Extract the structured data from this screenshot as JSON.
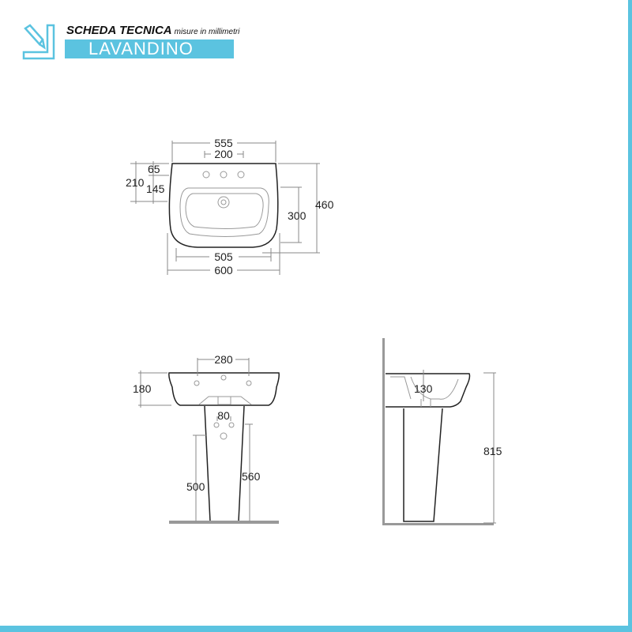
{
  "header": {
    "title": "SCHEDA TECNICA",
    "subtitle": "misure in millimetri",
    "product": "LAVANDINO",
    "icon": "ruler-pencil-icon"
  },
  "colors": {
    "accent": "#5bc3e0",
    "line": "#222222",
    "dimension": "#888888"
  },
  "top_view": {
    "width_outer": "555",
    "tap_spacing": "200",
    "depth_total": "460",
    "basin_depth": "300",
    "basin_width": "505",
    "overall_width": "600",
    "rear_to_overflow": "210",
    "rear_to_tap": "65",
    "tap_to_overflow": "145"
  },
  "front_view": {
    "tap_spacing": "280",
    "basin_height": "180",
    "waste_spacing": "80",
    "waste_height": "500",
    "supply_height": "560"
  },
  "side_view": {
    "basin_inner_depth": "130",
    "total_height": "815"
  }
}
